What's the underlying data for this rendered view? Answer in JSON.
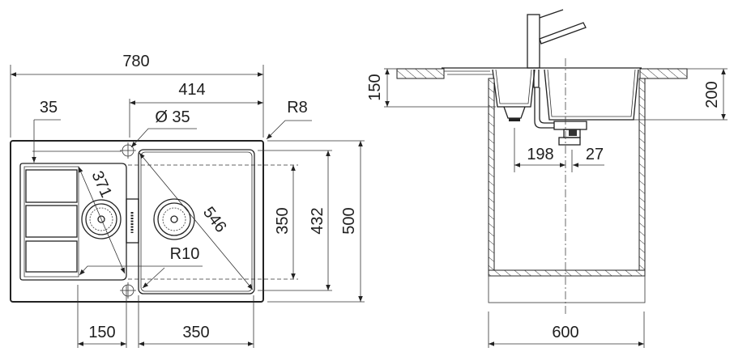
{
  "top_view": {
    "overall_width": "780",
    "bowl_offset_width": "414",
    "drainer_inset": "35",
    "tap_hole_diameter": "Ø 35",
    "corner_radius_outer": "R8",
    "drainer_diagonal": "371",
    "bowl_diagonal": "546",
    "corner_radius_inner": "R10",
    "bowl_depth_inner": "350",
    "bowl_depth_outer": "432",
    "overall_depth": "500",
    "drainer_bowl_width": "150",
    "main_bowl_width": "350"
  },
  "side_view": {
    "small_bowl_depth": "150",
    "main_bowl_depth": "200",
    "drain_offset": "198",
    "drain_offset_small": "27",
    "cabinet_width": "600"
  }
}
